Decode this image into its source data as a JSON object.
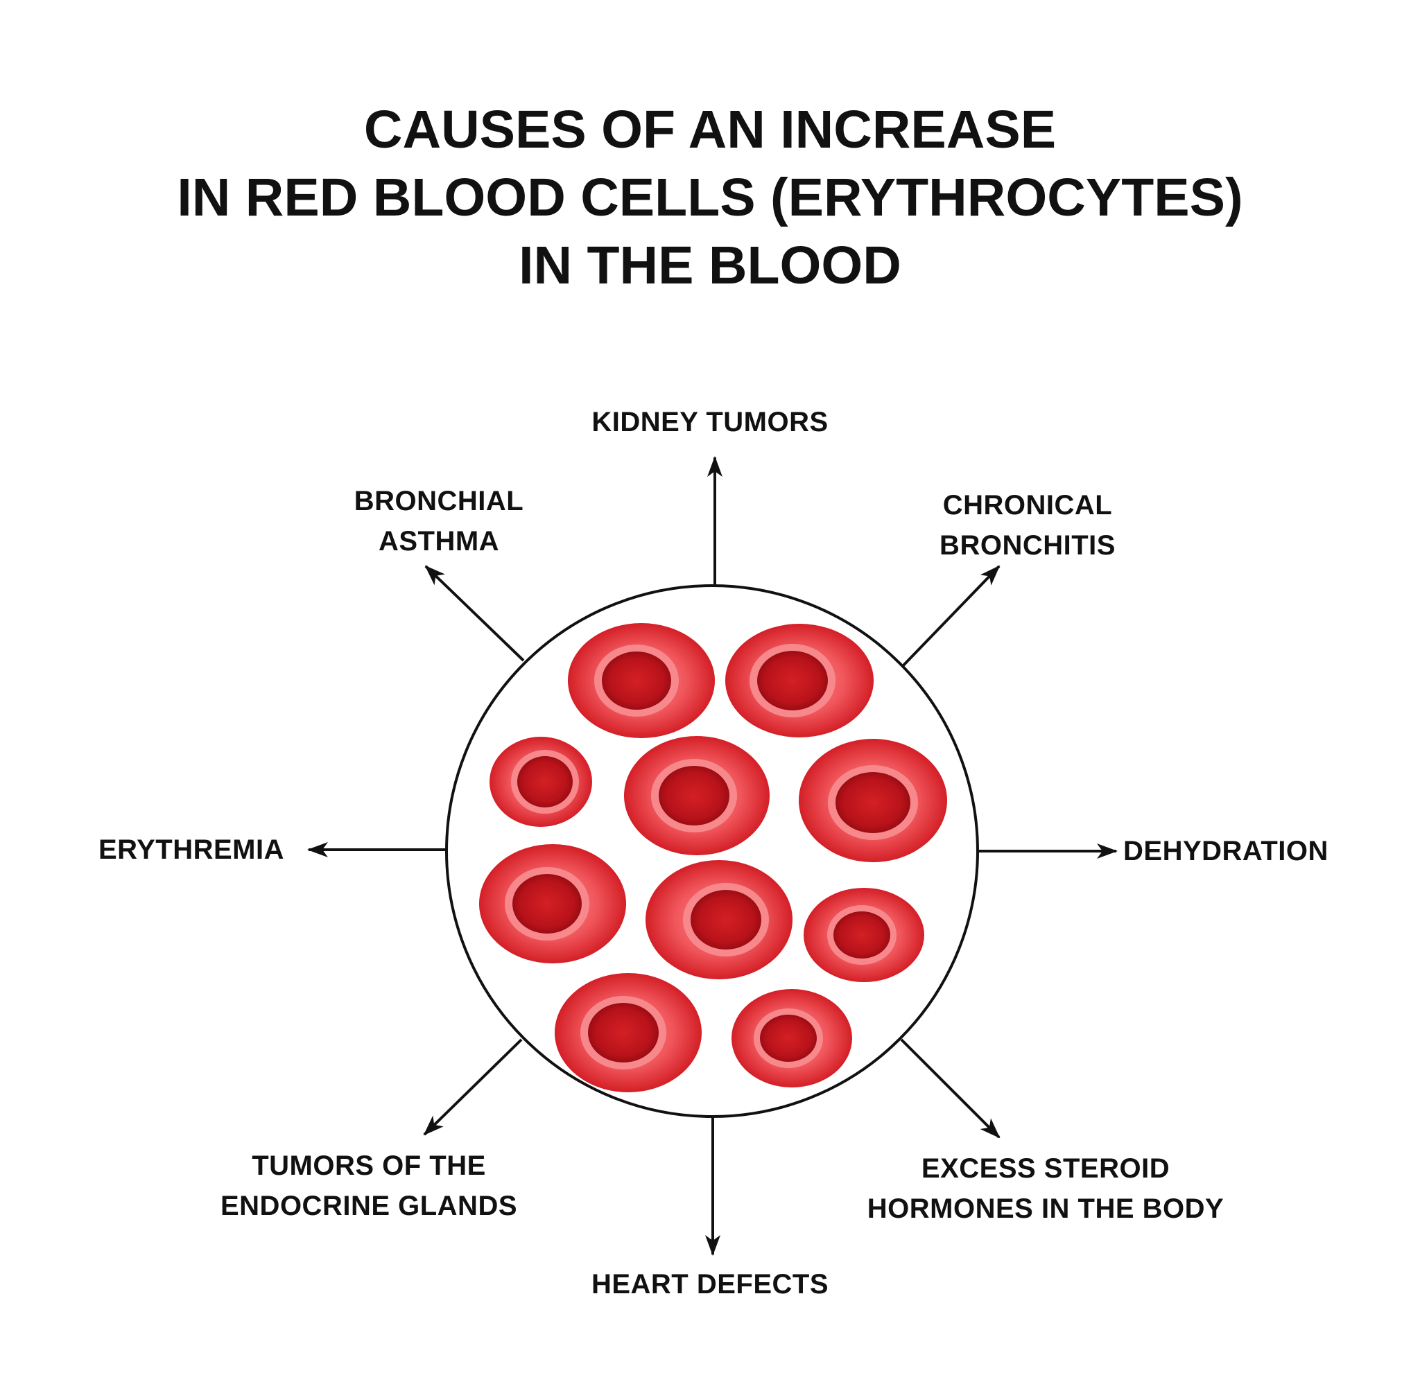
{
  "title": {
    "line1": "CAUSES OF AN INCREASE",
    "line2": "IN RED BLOOD CELLS (ERYTHROCYTES)",
    "line3": "IN THE BLOOD"
  },
  "causes": {
    "top": "KIDNEY TUMORS",
    "top_left": {
      "line1": "BRONCHIAL",
      "line2": "ASTHMA"
    },
    "top_right": {
      "line1": "CHRONICAL",
      "line2": "BRONCHITIS"
    },
    "left": "ERYTHREMIA",
    "right": "DEHYDRATION",
    "bottom_left": {
      "line1": "TUMORS OF THE",
      "line2": "ENDOCRINE GLANDS"
    },
    "bottom_right": {
      "line1": "EXCESS STEROID",
      "line2": "HORMONES IN THE BODY"
    },
    "bottom": "HEART DEFECTS"
  },
  "colors": {
    "cell_outer": "#e8303a",
    "cell_ring": "#f4787c",
    "cell_inner": "#b20d10",
    "line": "#111111"
  },
  "icons": [
    "blood-cell-icon",
    "arrow-icon"
  ]
}
